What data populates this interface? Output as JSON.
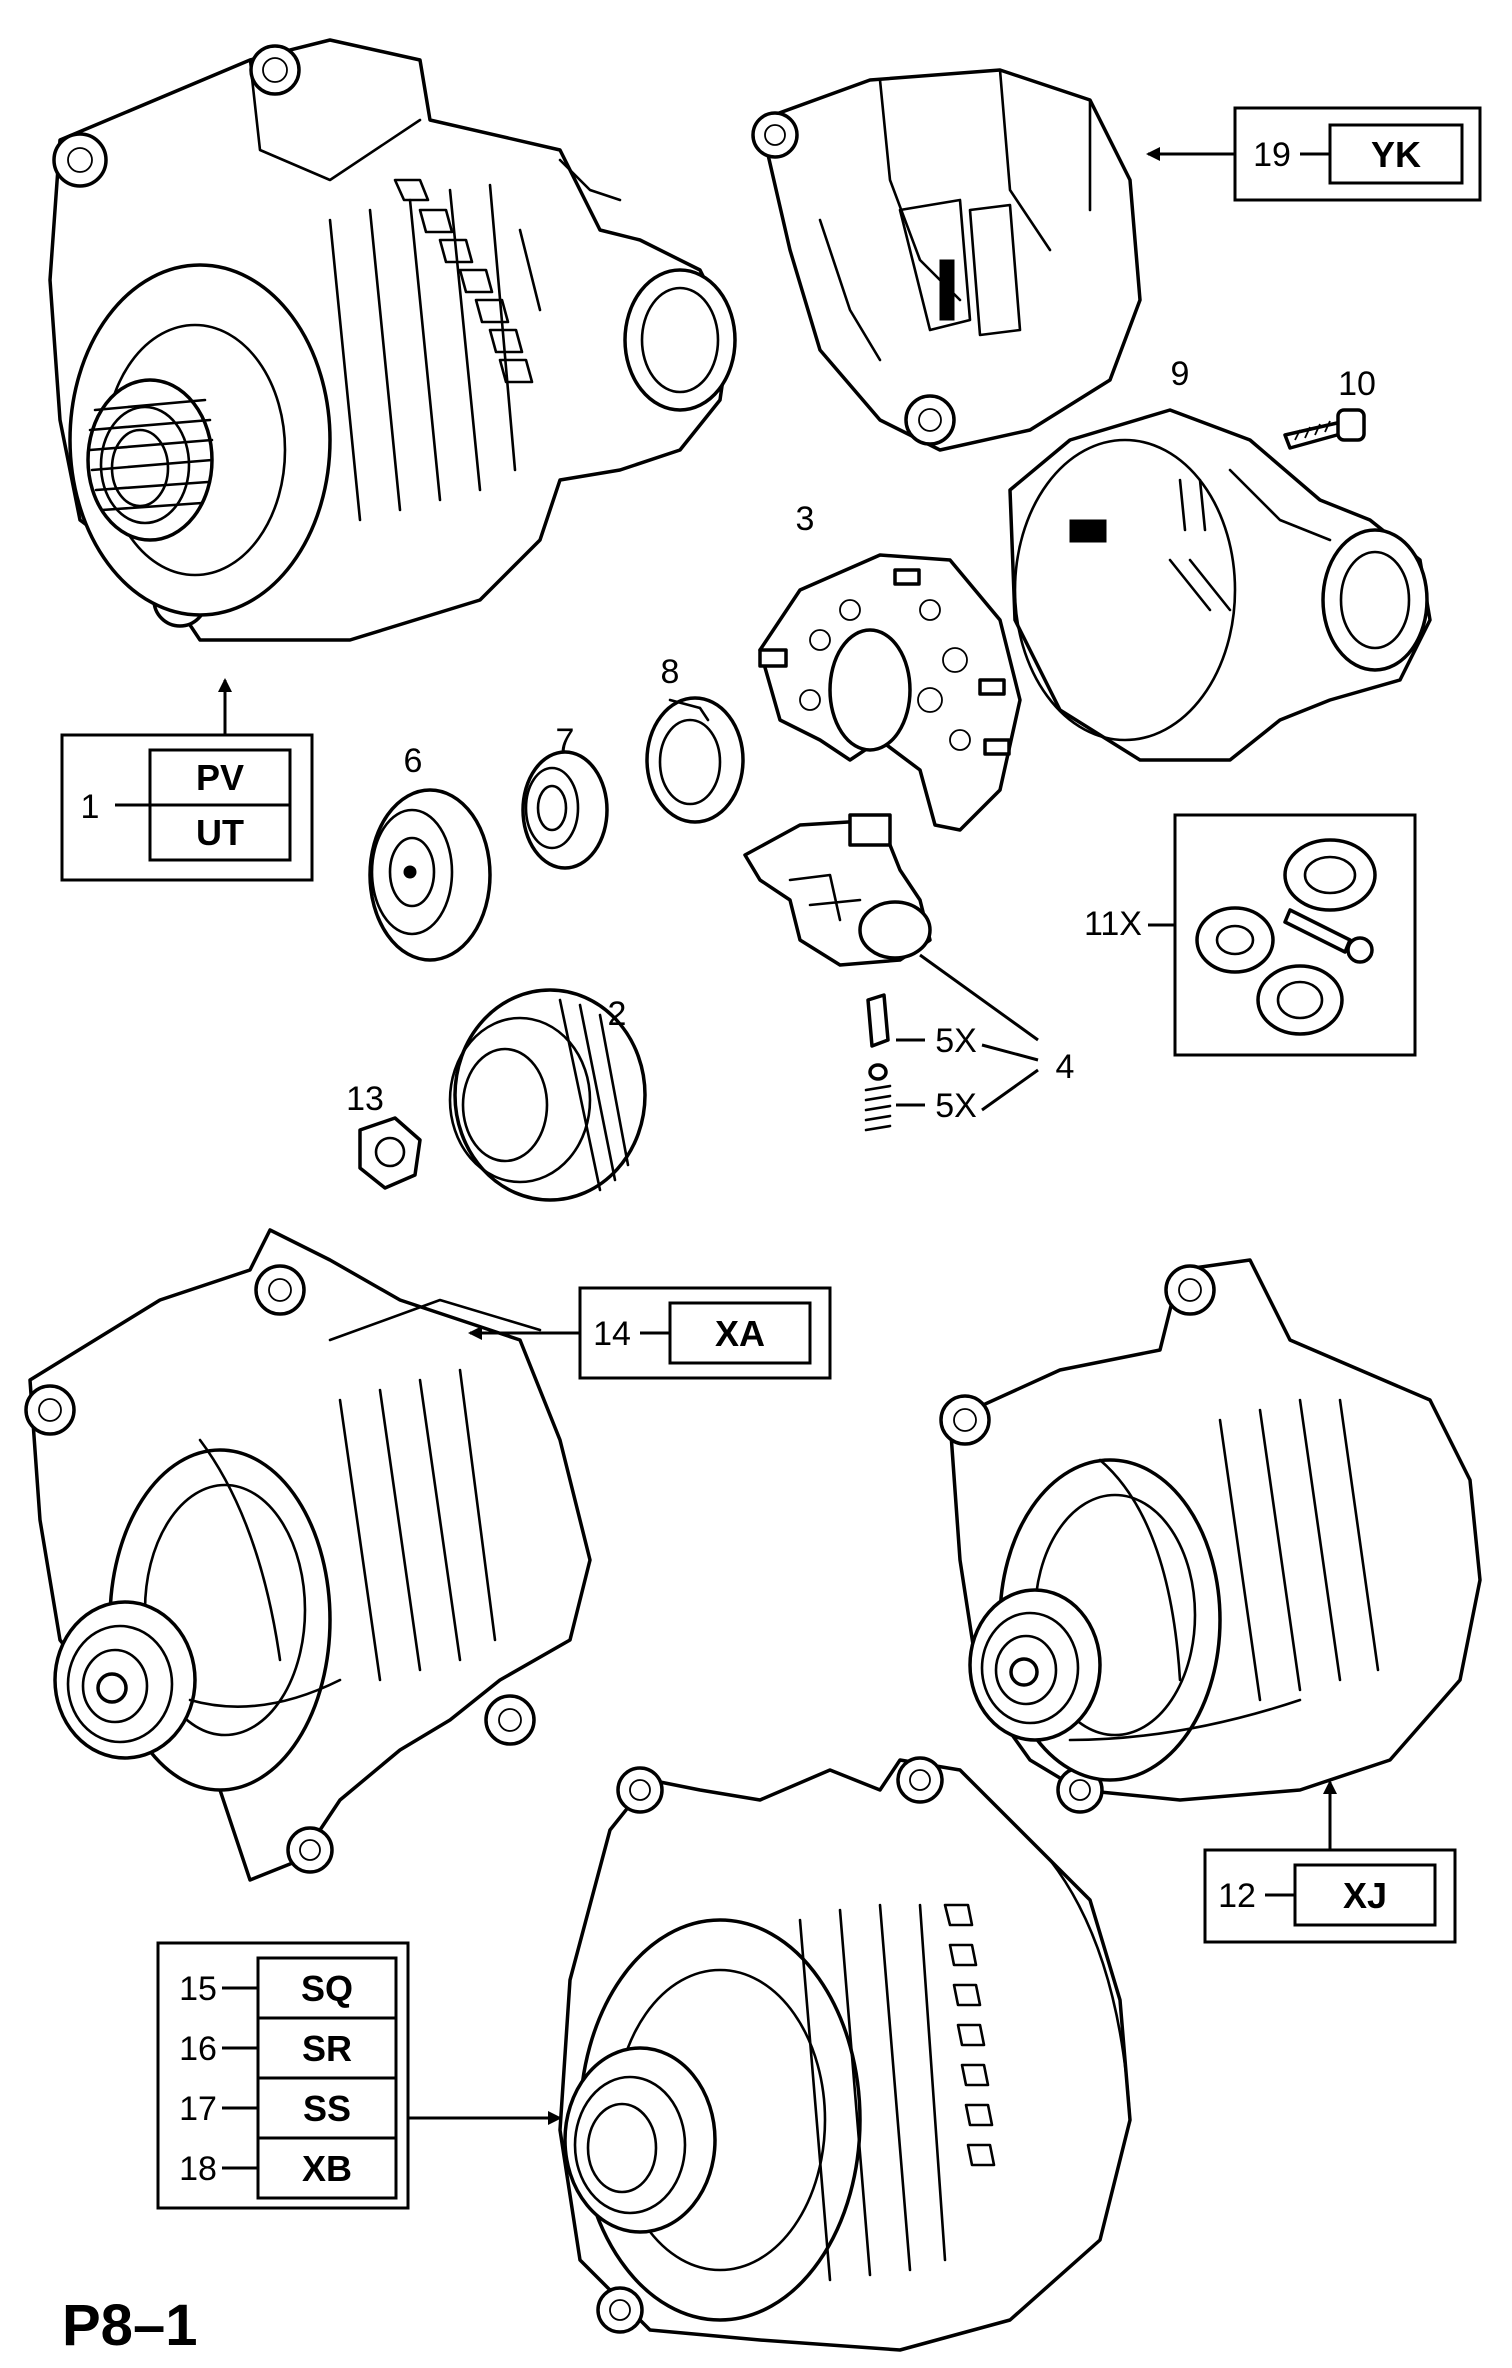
{
  "page_ref": "P8–1",
  "labels": {
    "alt_main_item": "1",
    "alt_main_codes": [
      "PV",
      "UT"
    ],
    "rear_housing_item": "19",
    "rear_housing_code": "YK",
    "pulley": "2",
    "rectifier": "3",
    "regulator": "4",
    "brush_qty": "5X",
    "spring_qty": "5X",
    "bearing_large": "6",
    "bearing_small": "7",
    "bearing_ring": "8",
    "rear_cover": "9",
    "cover_screw": "10",
    "kit": "11X",
    "nut": "13",
    "alt_xa_item": "14",
    "alt_xa_code": "XA",
    "alt_xj_item": "12",
    "alt_xj_code": "XJ",
    "group_items": [
      "15",
      "16",
      "17",
      "18"
    ],
    "group_codes": [
      "SQ",
      "SR",
      "SS",
      "XB"
    ]
  }
}
